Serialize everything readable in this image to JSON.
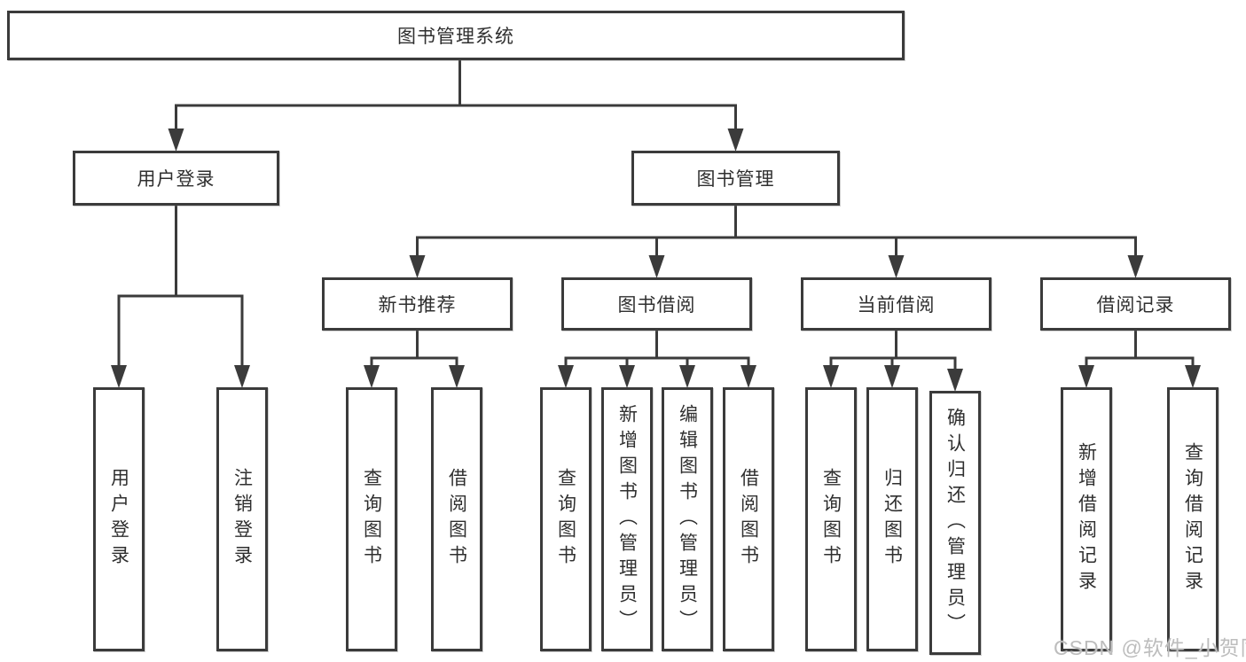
{
  "tree": {
    "root": "图书管理系统",
    "branches": [
      {
        "label": "用户登录",
        "children": [
          "用户登录",
          "注销登录"
        ]
      },
      {
        "label": "图书管理",
        "groups": [
          {
            "label": "新书推荐",
            "children": [
              "查询图书",
              "借阅图书"
            ]
          },
          {
            "label": "图书借阅",
            "children": [
              "查询图书",
              "新增图书（管理员）",
              "编辑图书（管理员）",
              "借阅图书"
            ]
          },
          {
            "label": "当前借阅",
            "children": [
              "查询图书",
              "归还图书",
              "确认归还（管理员）"
            ]
          },
          {
            "label": "借阅记录",
            "children": [
              "新增借阅记录",
              "查询借阅记录"
            ]
          }
        ]
      }
    ]
  },
  "watermark": "CSDN @软件_小贺同学",
  "colors": {
    "line": "#3b3b3b",
    "text": "#2f2f2f",
    "watermark": "#bdbdbd",
    "background": "#ffffff"
  }
}
